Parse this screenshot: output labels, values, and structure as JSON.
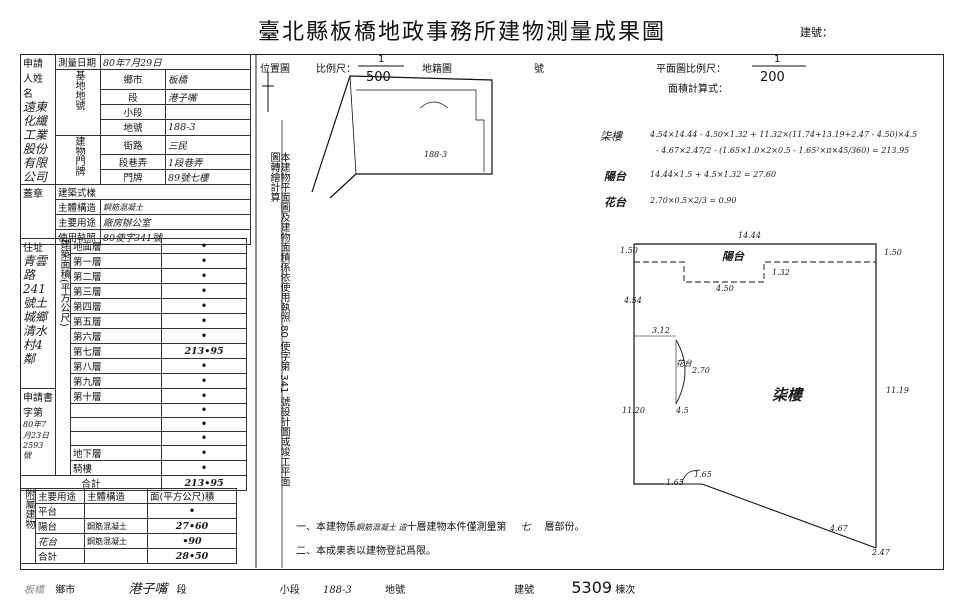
{
  "header": {
    "title": "臺北縣板橋地政事務所建物測量成果圖",
    "building_no_label": "建號："
  },
  "left_table": {
    "applicant_label": "申請人姓名",
    "applicant_value": "遠東化纖工業股份有限公司",
    "seal_label": "蓋章",
    "survey_date_label": "測量日期",
    "survey_date_value": "80年7月29日",
    "base_label": "基地地號",
    "township_label": "鄉市",
    "township_value": "板橋",
    "section_label": "段",
    "section_value": "港子嘴",
    "subsection_label": "小段",
    "lot_label": "地號",
    "lot_value": "188-3",
    "building_label": "建物門牌",
    "street_label": "街路",
    "street_value": "三民",
    "lane_label": "段巷弄",
    "lane_value": "1段巷弄",
    "door_label": "門牌",
    "door_value": "89號七樓",
    "style_label": "建築式樣",
    "structure_label": "主體構造",
    "structure_value": "鋼筋混凝土",
    "use_label": "主要用途",
    "use_value": "廠房辦公室",
    "license_label": "使用執照",
    "license_value": "80使字341號",
    "address_label": "住址",
    "address_value": "青雲路241號土城鄉清水村4鄰",
    "application_label": "申請書",
    "word_no_label": "字第",
    "word_no_value": "80年7月23日 2593號",
    "floors_label": "建築面積(平方公尺)",
    "floors": [
      {
        "name": "地面層",
        "area": "•"
      },
      {
        "name": "第一層",
        "area": "•"
      },
      {
        "name": "第二層",
        "area": "•"
      },
      {
        "name": "第三層",
        "area": "•"
      },
      {
        "name": "第四層",
        "area": "•"
      },
      {
        "name": "第五層",
        "area": "•"
      },
      {
        "name": "第六層",
        "area": "•"
      },
      {
        "name": "第七層",
        "area": "213•95"
      },
      {
        "name": "第八層",
        "area": "•"
      },
      {
        "name": "第九層",
        "area": "•"
      },
      {
        "name": "第十層",
        "area": "•"
      },
      {
        "name": "",
        "area": "•"
      },
      {
        "name": "",
        "area": "•"
      },
      {
        "name": "",
        "area": "•"
      },
      {
        "name": "地下層",
        "area": "•"
      },
      {
        "name": "騎樓",
        "area": "•"
      }
    ],
    "total_label": "合計",
    "total_value": "213•95",
    "annex_label": "附屬建物",
    "annex_headers": [
      "主要用途",
      "主體構造",
      "面(平方公尺)積"
    ],
    "annex_rows": [
      {
        "use": "平台",
        "struct": "",
        "area": "•"
      },
      {
        "use": "陽台",
        "struct": "鋼筋混凝土",
        "area": "27•60"
      },
      {
        "use": "花台",
        "struct": "鋼筋混凝土",
        "area": "•90"
      },
      {
        "use": "合計",
        "struct": "",
        "area": "28•50"
      }
    ],
    "annex_extra_row": ""
  },
  "middle": {
    "location_label": "位置圖",
    "scale_label": "比例尺：",
    "scale_num": "1",
    "scale_den": "500",
    "map_label": "地籍圖",
    "lot_num_label": "號",
    "lot_in_map": "188-3",
    "side_note": "本建物平面圖及建物面積係依使用執照 80 使字第 341 號設計圖或竣工平面圖轉繪計算",
    "side_num1": "80",
    "side_num2": "341"
  },
  "right": {
    "plan_scale_label": "平面圖比例尺：",
    "plan_scale_num": "1",
    "plan_scale_den": "200",
    "formula_label": "面積計算式：",
    "formula_main_label": "柒樓",
    "formula_main_line1": "4.54×14.44 - 4.50×1.32 + 11.32×(11.74+13.19+2.47 - 4.50)×4.5",
    "formula_main_line2": "- 4.67×2.47/2 - (1.65×1.0×2×0.5 - 1.65²×π×45/360) = 213.95",
    "formula_balcony_label": "陽台",
    "formula_balcony": "14.44×1.5 + 4.5×1.32 = 27.60",
    "formula_planter_label": "花台",
    "formula_planter": "2.70×0.5×2/3 = 0.90",
    "dims": {
      "top": "14.44",
      "left_top": "1.50",
      "right_top": "1.50",
      "inner1": "1.32",
      "inner2": "4.50",
      "left": "4.54",
      "mid": "3.12",
      "curve": "2.70",
      "right": "11.19",
      "left_low": "11.20",
      "arc": "4.5",
      "bottom1": "1.65",
      "bottom2": "1.65",
      "bottom3": "4.67",
      "bottom_right": "2.47"
    },
    "room_label": "柒樓",
    "balcony_label": "陽台",
    "planter_label": "花台"
  },
  "notes": {
    "note1_prefix": "一、本建物係",
    "note1_hand": "鋼筋混凝土 造",
    "note1_mid": "十層建物本件僅測量第",
    "note1_floor": "七",
    "note1_suffix": "層部份。",
    "note2": "二、本成果表以建物登記爲限。"
  },
  "footer": {
    "township_hand": "板橋",
    "township_label": "鄉市",
    "section_hand": "港子嘴",
    "section_label": "段",
    "subsection_label": "小段",
    "lot_hand": "188-3",
    "lot_label": "地號",
    "bldg_label": "建號",
    "bldg_value": "5309",
    "bldg_suffix": "棟次"
  }
}
